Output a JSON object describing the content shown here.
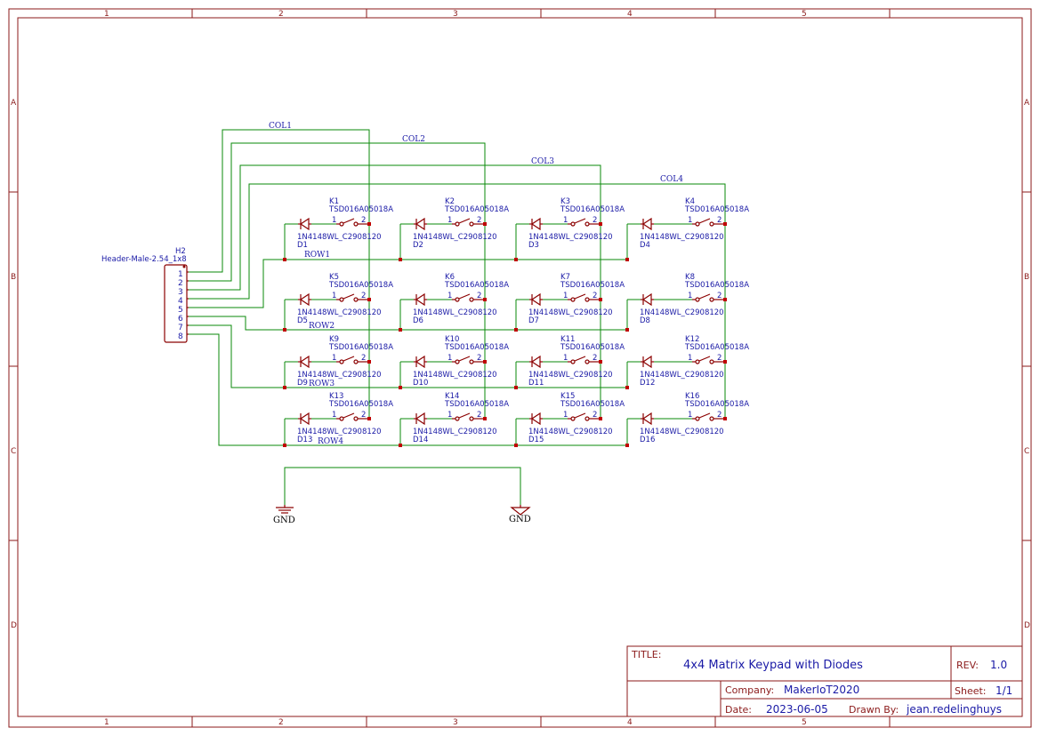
{
  "zones": {
    "columns": [
      "1",
      "2",
      "3",
      "4",
      "5"
    ],
    "rows": [
      "A",
      "B",
      "C",
      "D"
    ]
  },
  "header": {
    "ref": "H2",
    "name": "Header-Male-2.54_1x8",
    "pins": [
      "1",
      "2",
      "3",
      "4",
      "5",
      "6",
      "7",
      "8"
    ]
  },
  "nets": {
    "cols": [
      "COL1",
      "COL2",
      "COL3",
      "COL4"
    ],
    "rows": [
      "ROW1",
      "ROW2",
      "ROW3",
      "ROW4"
    ],
    "gnd": [
      "GND",
      "GND"
    ]
  },
  "switch_part": "TSD016A05018A",
  "diode_part": "1N4148WL_C2908120",
  "switch_pins": [
    "1",
    "2"
  ],
  "switches": [
    "K1",
    "K2",
    "K3",
    "K4",
    "K5",
    "K6",
    "K7",
    "K8",
    "K9",
    "K10",
    "K11",
    "K12",
    "K13",
    "K14",
    "K15",
    "K16"
  ],
  "diodes": [
    "D1",
    "D2",
    "D3",
    "D4",
    "D5",
    "D6",
    "D7",
    "D8",
    "D9",
    "D10",
    "D11",
    "D12",
    "D13",
    "D14",
    "D15",
    "D16"
  ],
  "title_block": {
    "title_label": "TITLE:",
    "title": "4x4 Matrix Keypad with Diodes",
    "rev_label": "REV:",
    "rev": "1.0",
    "company_label": "Company:",
    "company": "MakerIoT2020",
    "sheet_label": "Sheet:",
    "sheet": "1/1",
    "date_label": "Date:",
    "date": "2023-06-05",
    "drawn_label": "Drawn By:",
    "drawn": "jean.redelinghuys"
  },
  "colors": {
    "border": "#8b1a1a",
    "wire": "#0a8a0a",
    "component": "#8b0000",
    "text": "#1a1aa6"
  }
}
